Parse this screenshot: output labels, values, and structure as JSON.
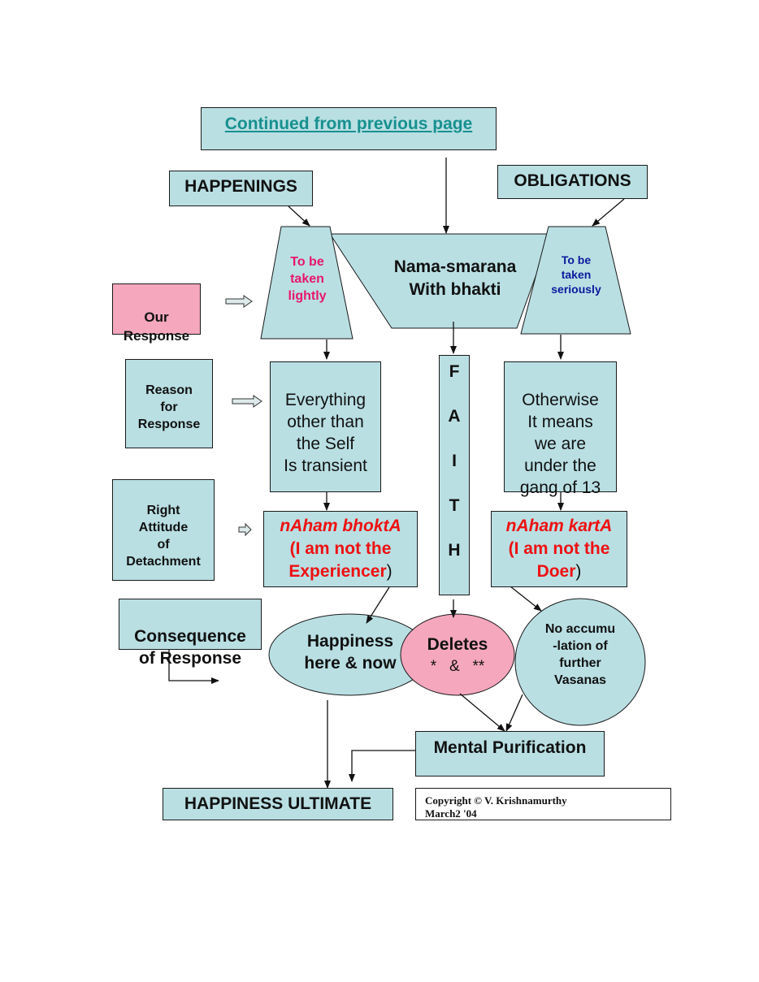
{
  "header": {
    "continued_link": "Continued from previous page"
  },
  "sources": {
    "happenings": "HAPPENINGS",
    "obligations": "OBLIGATIONS"
  },
  "rows": {
    "our_response": "Our\nResponse",
    "reason_for_response": "Reason\nfor\nResponse",
    "right_attitude": "Right\nAttitude\nof\nDetachment",
    "consequence": "Consequence\nof Response"
  },
  "left_column": {
    "trapezoid": "To be\ntaken\nlightly",
    "reason": "Everything\nother than\nthe Self\nIs transient",
    "attitude_title": "nAham bhoktA",
    "attitude_line2": "(I am not the",
    "attitude_line3_red": "Experiencer",
    "attitude_line3_close": ")",
    "consequence": "Happiness\nhere & now"
  },
  "center_column": {
    "nama_smarana": "Nama-smarana\nWith bhakti",
    "faith_letters": [
      "F",
      "A",
      "I",
      "T",
      "H"
    ],
    "deletes_title": "Deletes",
    "deletes_sub": "*   &   **"
  },
  "right_column": {
    "trapezoid": "To be\ntaken\nseriously",
    "reason": "Otherwise\nIt means\nwe are\nunder the\ngang of 13",
    "attitude_title": "nAham kartA",
    "attitude_line2": "(I am not the",
    "attitude_line3_red": "Doer",
    "attitude_line3_close": ")",
    "consequence": "No accumu\n-lation of\nfurther\nVasanas"
  },
  "bottom": {
    "mental_purification": "Mental Purification",
    "happiness_ultimate": "HAPPINESS ULTIMATE",
    "copyright_line1": "Copyright © V. Krishnamurthy",
    "copyright_line2": "March2 '04"
  },
  "colors": {
    "box_fill": "#b9dfe3",
    "pink_fill": "#f4a7bd",
    "link_teal": "#17908f",
    "lightly_magenta": "#e8166a",
    "seriously_navy": "#0b1a9c",
    "red_text": "#ee1111"
  }
}
